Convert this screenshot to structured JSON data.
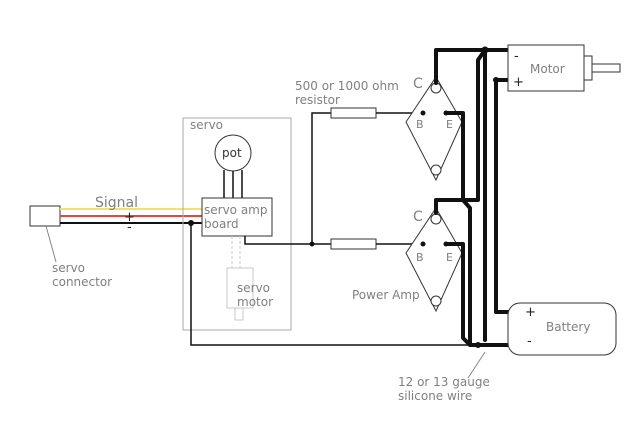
{
  "labels": {
    "signal": "Signal",
    "plus": "+",
    "minus": "-",
    "servo_connector_1": "servo",
    "servo_connector_2": "connector",
    "servo_box": "servo",
    "pot": "pot",
    "servo_amp_1": "servo amp",
    "servo_amp_2": "board",
    "servo_motor_1": "servo",
    "servo_motor_2": "motor",
    "resistor_1": "500 or 1000 ohm",
    "resistor_2": "resistor",
    "power_amp": "Power Amp",
    "transistor_c": "C",
    "transistor_b": "B",
    "transistor_e": "E",
    "motor": "Motor",
    "motor_minus": "-",
    "motor_plus": "+",
    "battery": "Battery",
    "battery_plus": "+",
    "battery_minus": "-",
    "wire_note_1": "12 or 13 gauge",
    "wire_note_2": "silicone wire"
  },
  "colors": {
    "signal_wire": "#f5e06a",
    "positive_wire": "#e8453c",
    "negative_wire": "#111111",
    "label_grey": "#808080"
  }
}
